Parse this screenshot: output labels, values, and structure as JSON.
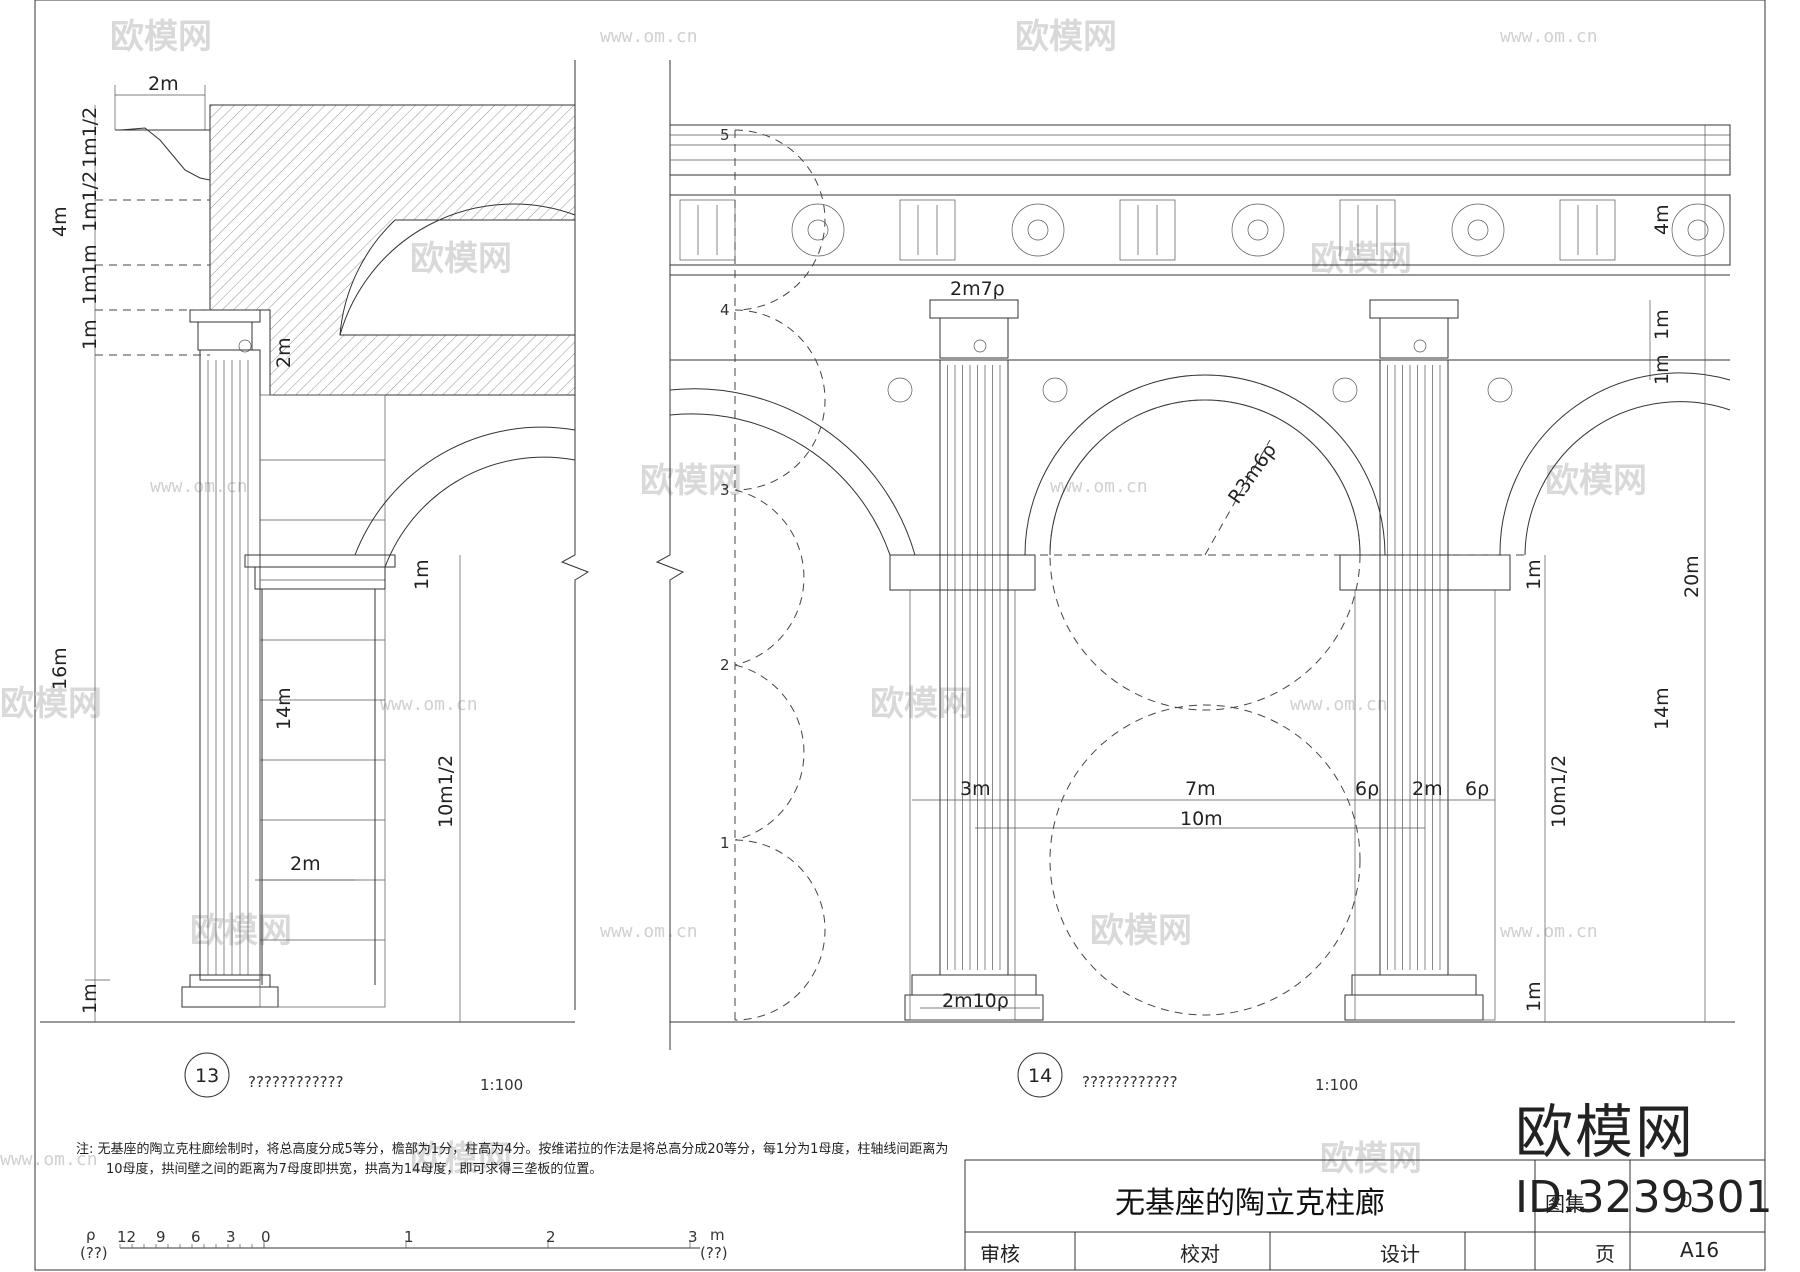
{
  "watermarks": {
    "brand": "欧模网",
    "url": "www.om.cn",
    "url_alt": "www.om.cn"
  },
  "drawings": [
    {
      "number": "13",
      "caption": "????????????",
      "scale": "1:100",
      "dims": {
        "top_width": "2m",
        "h4m": "4m",
        "a": "1m1/2",
        "b": "1m1/2",
        "c": "1m",
        "d": "1m",
        "e": "1m",
        "h16m": "16m",
        "arch_2m": "2m",
        "impost_1m": "1m",
        "pier_14m": "14m",
        "pier_10m": "10m1/2",
        "base_2m": "2m",
        "base_1m": "1m"
      }
    },
    {
      "number": "14",
      "caption": "????????????",
      "scale": "1:100",
      "dims": {
        "cap_top": "2m7ρ",
        "radius": "R3m6ρ",
        "col_3m": "3m",
        "span_7m": "7m",
        "p1": "6ρ",
        "pier_2m": "2m",
        "p2": "6ρ",
        "span_10m": "10m",
        "base": "2m10ρ",
        "frieze_4m": "4m",
        "r1m_a": "1m",
        "r1m_b": "1m",
        "impost_1m": "1m",
        "h20m": "20m",
        "h14m": "14m",
        "h10m": "10m1/2",
        "base_1m": "1m"
      },
      "module_marks": [
        "5",
        "4",
        "3",
        "2",
        "1"
      ]
    }
  ],
  "note": {
    "label": "注:",
    "line1": "无基座的陶立克柱廊绘制时，将总高度分成5等分，檐部为1分，柱高为4分。按维诺拉的作法是将总高分成20等分，每1分为1母度，柱轴线间距离为",
    "line2": "10母度，拱间壁之间的距离为7母度即拱宽，拱高为14母度，即可求得三垄板的位置。"
  },
  "scale_bar": {
    "rho": "ρ",
    "rho_unit": "(??)",
    "m": "m",
    "m_unit": "(??)",
    "ticks": [
      "12",
      "9",
      "6",
      "3",
      "0",
      "1",
      "2",
      "3"
    ]
  },
  "title_block": {
    "title": "无基座的陶立克柱廊",
    "atlas_label": "图集",
    "atlas_value": "0",
    "review": "审核",
    "check": "校对",
    "design": "设计",
    "page_label": "页",
    "page_value": "A16"
  },
  "brand": {
    "logo": "欧模网",
    "id": "ID:3239301"
  }
}
